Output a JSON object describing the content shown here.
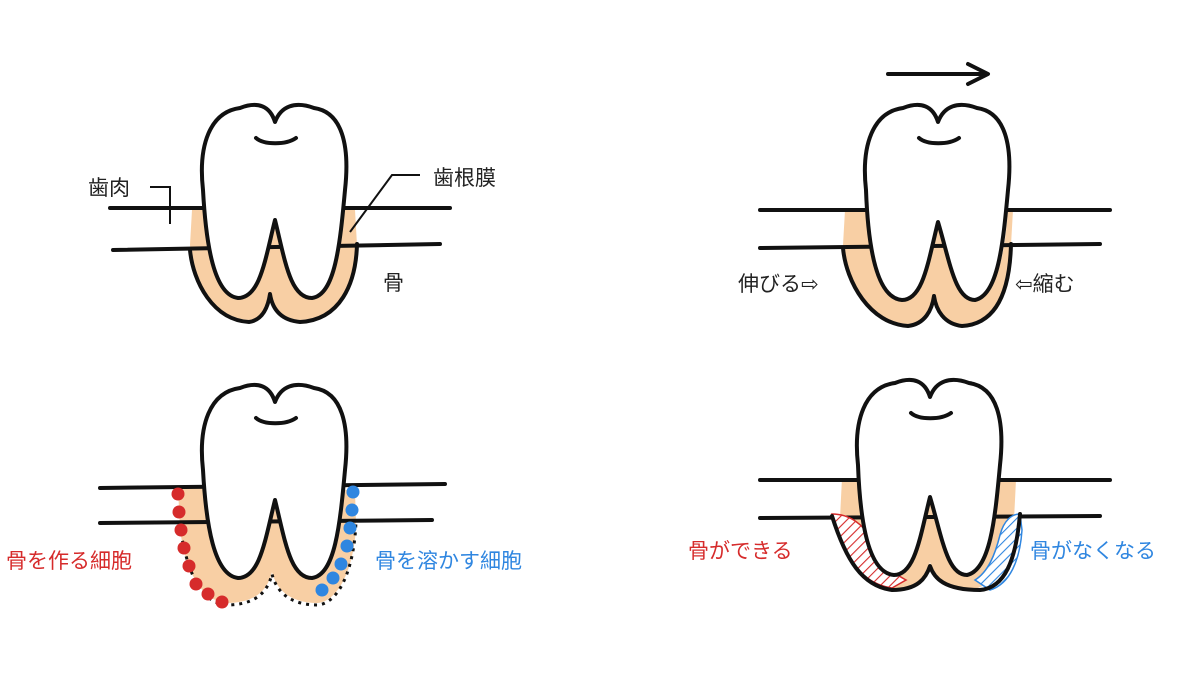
{
  "colors": {
    "outline": "#111111",
    "ligament": "#f8cfa4",
    "bone_forming": "#d62b2b",
    "bone_resorbing": "#2f86e0",
    "label": "#222222"
  },
  "panel_1": {
    "gum_label": "歯肉",
    "ligament_label": "歯根膜",
    "bone_label": "骨"
  },
  "panel_2": {
    "force_arrow_icon": "right-arrow",
    "stretch_label": "伸びる⇨",
    "compress_label": "⇦縮む"
  },
  "panel_3": {
    "osteoblast_label": "骨を作る細胞",
    "osteoclast_label": "骨を溶かす細胞"
  },
  "panel_4": {
    "bone_formed_label": "骨ができる",
    "bone_lost_label": "骨がなくなる"
  }
}
